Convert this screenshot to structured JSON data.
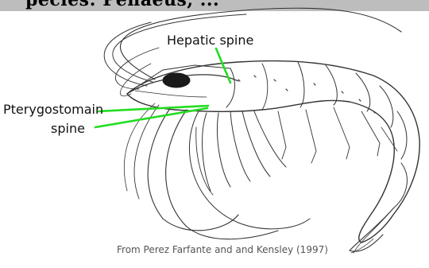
{
  "header": {
    "partial_text": "pecies: Penaeus, ..."
  },
  "labels": {
    "hepatic_spine": "Hepatic spine",
    "pterygostomain_line1": "Pterygostomain",
    "pterygostomain_line2": "spine"
  },
  "credit": "From Perez Farfante and and Kensley (1997)",
  "colors": {
    "pointer": "#22dd22",
    "ink": "#333333",
    "band": "#bdbdbd"
  }
}
